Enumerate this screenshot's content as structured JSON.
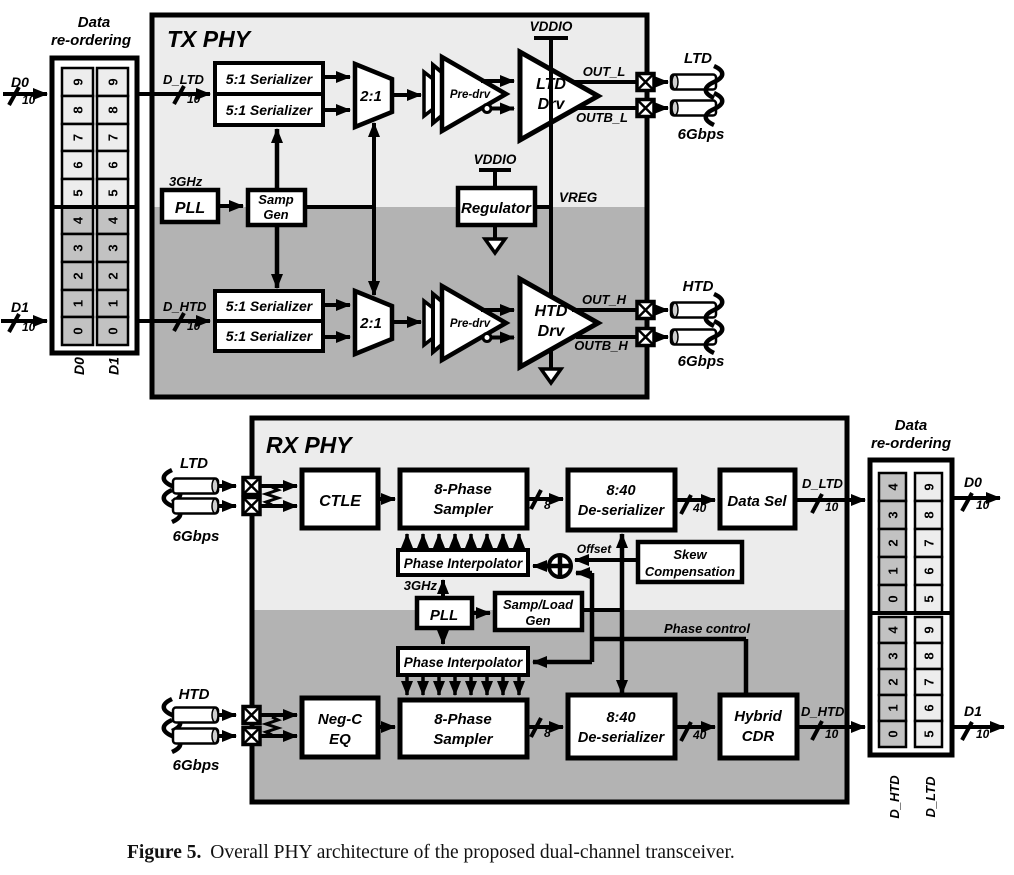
{
  "left_reorder": {
    "title": [
      "Data",
      "re-ordering"
    ],
    "inputs": [
      {
        "label": "D0",
        "width": "10"
      },
      {
        "label": "D1",
        "width": "10"
      }
    ],
    "columns": [
      {
        "label": "D0",
        "cells": [
          "9",
          "8",
          "7",
          "6",
          "5",
          "4",
          "3",
          "2",
          "1",
          "0"
        ]
      },
      {
        "label": "D1",
        "cells": [
          "9",
          "8",
          "7",
          "6",
          "5",
          "4",
          "3",
          "2",
          "1",
          "0"
        ]
      }
    ]
  },
  "tx_phy": {
    "title": "TX PHY",
    "bus_ltd": {
      "label": "D_LTD",
      "width": "10"
    },
    "bus_htd": {
      "label": "D_HTD",
      "width": "10"
    },
    "serializer": "5:1 Serializer",
    "mux": "2:1",
    "predrv": "Pre-drv",
    "drv_l": [
      "LTD",
      "Drv"
    ],
    "drv_h": [
      "HTD",
      "Drv"
    ],
    "vddio_top": "VDDIO",
    "pll": {
      "freq": "3GHz",
      "label": "PLL"
    },
    "samp_gen": [
      "Samp",
      "Gen"
    ],
    "regulator": {
      "label": "Regulator",
      "vddio": "VDDIO",
      "vreg": "VREG"
    },
    "out_l": "OUT_L",
    "outb_l": "OUTB_L",
    "out_h": "OUT_H",
    "outb_h": "OUTB_H",
    "ch_ltd": {
      "name": "LTD",
      "rate": "6Gbps"
    },
    "ch_htd": {
      "name": "HTD",
      "rate": "6Gbps"
    }
  },
  "rx_phy": {
    "title": "RX PHY",
    "ch_ltd": {
      "name": "LTD",
      "rate": "6Gbps"
    },
    "ch_htd": {
      "name": "HTD",
      "rate": "6Gbps"
    },
    "ctle": "CTLE",
    "neg_c": [
      "Neg-C",
      "EQ"
    ],
    "sampler": [
      "8-Phase",
      "Sampler"
    ],
    "deserializer": [
      "8:40",
      "De-serializer"
    ],
    "data_sel": "Data Sel",
    "hybrid_cdr": [
      "Hybrid",
      "CDR"
    ],
    "phase_interpolator": "Phase Interpolator",
    "pll": {
      "freq": "3GHz",
      "label": "PLL"
    },
    "samp_load": [
      "Samp/Load",
      "Gen"
    ],
    "skew": [
      "Skew",
      "Compensation"
    ],
    "offset": "Offset",
    "phase_control": "Phase control",
    "bus8": "8",
    "bus40": "40",
    "bus_ltd": {
      "label": "D_LTD",
      "width": "10"
    },
    "bus_htd": {
      "label": "D_HTD",
      "width": "10"
    }
  },
  "right_reorder": {
    "title": [
      "Data",
      "re-ordering"
    ],
    "columns": [
      {
        "label": "D_HTD",
        "cells": [
          "4",
          "3",
          "2",
          "1",
          "0",
          "4",
          "3",
          "2",
          "1",
          "0"
        ]
      },
      {
        "label": "D_LTD",
        "cells": [
          "9",
          "8",
          "7",
          "6",
          "5",
          "9",
          "8",
          "7",
          "6",
          "5"
        ]
      }
    ],
    "outputs": [
      {
        "label": "D0",
        "width": "10"
      },
      {
        "label": "D1",
        "width": "10"
      }
    ]
  },
  "caption": {
    "label": "Figure 5.",
    "text": "Overall PHY architecture of the proposed dual-channel transceiver."
  },
  "colors": {
    "panel_light": "#ececec",
    "panel_dark": "#b3b3b3",
    "cell_light": "#ededed",
    "cell_dark": "#c2c2c2",
    "line": "#000000"
  }
}
